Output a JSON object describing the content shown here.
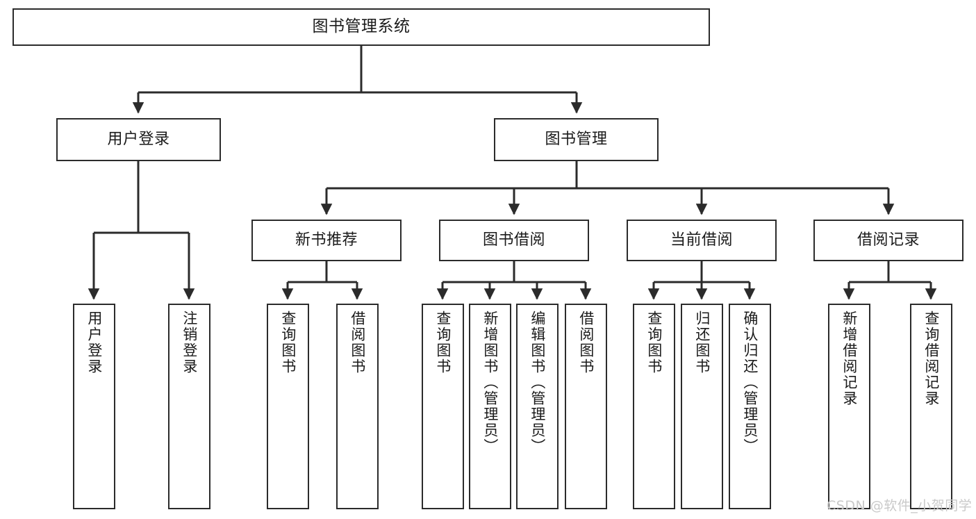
{
  "diagram": {
    "type": "tree-hierarchy-chart",
    "title": "图书管理系统",
    "watermark": "CSDN @软件_小贺同学",
    "colors": {
      "stroke": "#2b2b2b",
      "fill": "#ffffff",
      "text": "#1a1a1a",
      "watermark": "#c9c9c9"
    },
    "root": {
      "label": "图书管理系统"
    },
    "level1": [
      {
        "label": "用户登录"
      },
      {
        "label": "图书管理"
      }
    ],
    "level2": [
      {
        "label": "新书推荐"
      },
      {
        "label": "图书借阅"
      },
      {
        "label": "当前借阅"
      },
      {
        "label": "借阅记录"
      }
    ],
    "leaves": {
      "user_login": [
        {
          "label": "用户登录"
        },
        {
          "label": "注销登录"
        }
      ],
      "new_book_recommend": [
        {
          "label": "查询图书"
        },
        {
          "label": "借阅图书"
        }
      ],
      "book_borrow": [
        {
          "label": "查询图书"
        },
        {
          "label": "新增图书（管理员）"
        },
        {
          "label": "编辑图书（管理员）"
        },
        {
          "label": "借阅图书"
        }
      ],
      "current_borrow": [
        {
          "label": "查询图书"
        },
        {
          "label": "归还图书"
        },
        {
          "label": "确认归还（管理员）"
        }
      ],
      "borrow_record": [
        {
          "label": "新增借阅记录"
        },
        {
          "label": "查询借阅记录"
        }
      ]
    }
  }
}
